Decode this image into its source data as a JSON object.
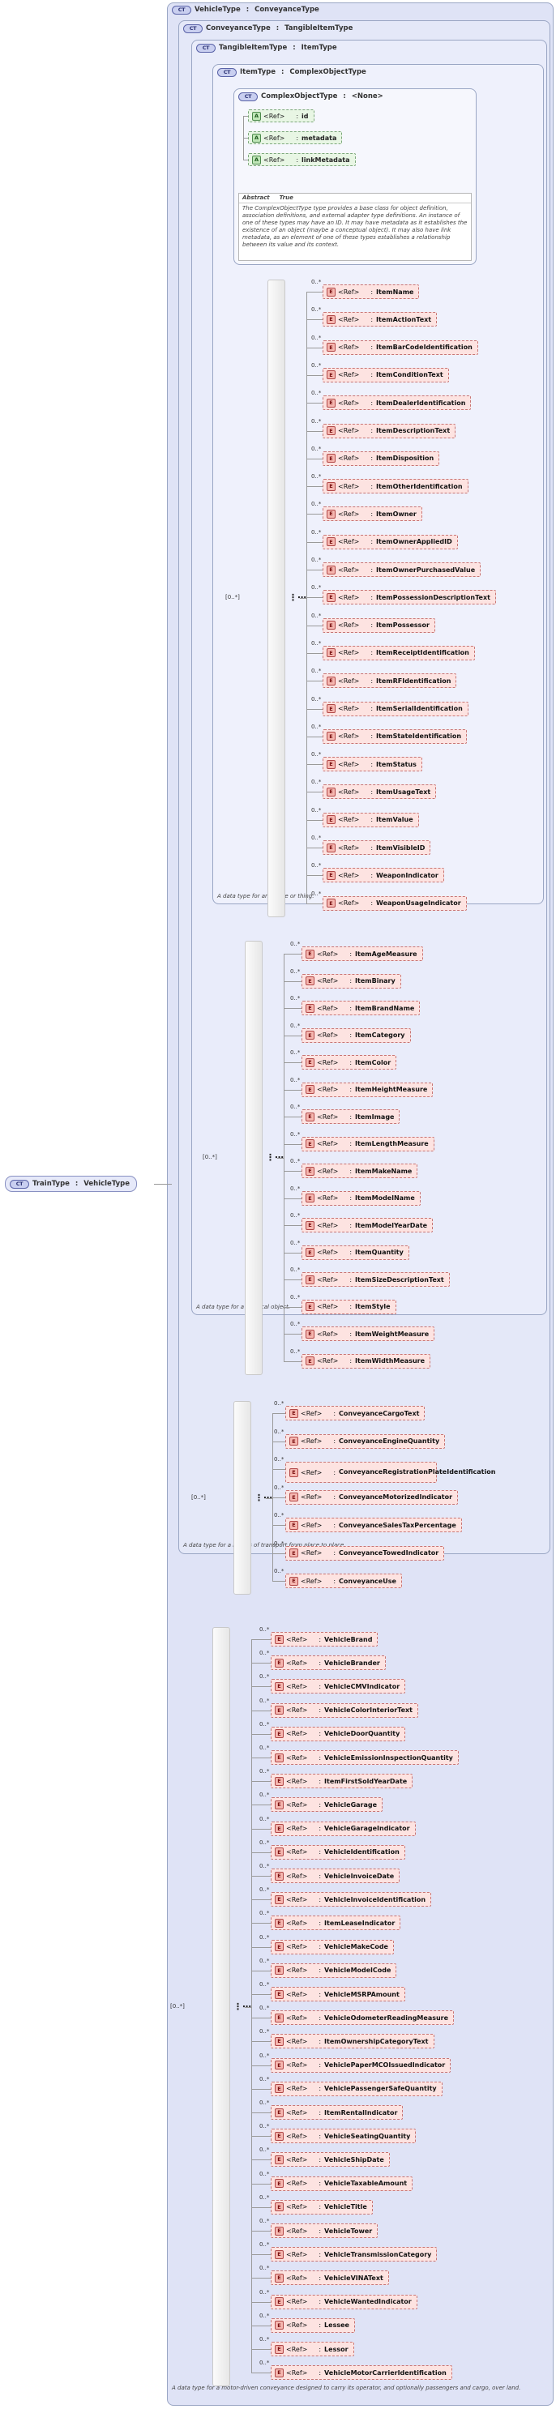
{
  "root": {
    "badge": "CT",
    "name": "TrainType",
    "base": "VehicleType"
  },
  "levels": [
    {
      "badge": "CT",
      "name": "VehicleType",
      "base": "ConveyanceType",
      "desc": "A data type for a motor-driven conveyance designed to carry its operator, and optionally passengers and cargo, over land."
    },
    {
      "badge": "CT",
      "name": "ConveyanceType",
      "base": "TangibleItemType",
      "desc": "A data type for a means of transport from place to place."
    },
    {
      "badge": "CT",
      "name": "TangibleItemType",
      "base": "ItemType",
      "desc": "A data type for a physical object."
    },
    {
      "badge": "CT",
      "name": "ItemType",
      "base": "ComplexObjectType",
      "desc": "A data type for an article or thing."
    },
    {
      "badge": "CT",
      "name": "ComplexObjectType",
      "base": "<None>"
    }
  ],
  "attributes": [
    {
      "badge": "A",
      "ref": "<Ref>",
      "name": "id"
    },
    {
      "badge": "A",
      "ref": "<Ref>",
      "name": "metadata"
    },
    {
      "badge": "A",
      "ref": "<Ref>",
      "name": "linkMetadata"
    }
  ],
  "abstract": {
    "label": "Abstract",
    "value": "True",
    "text": "The ComplexObjectType type provides a base class for object definition, association definitions, and external adapter type definitions. An instance of one of these types may have an ID. It may have metadata as it establishes the existence of an object (maybe a conceptual object). It may also have link metadata, as an element of one of these types establishes a relationship between its value and its context."
  },
  "seq_mult": "[0..*]",
  "elem_badge": "E",
  "ref_label": "<Ref>",
  "groups": {
    "item": [
      {
        "mult": "0..*",
        "name": "ItemName"
      },
      {
        "mult": "0..*",
        "name": "ItemActionText"
      },
      {
        "mult": "0..*",
        "name": "ItemBarCodeIdentification"
      },
      {
        "mult": "0..*",
        "name": "ItemConditionText"
      },
      {
        "mult": "0..*",
        "name": "ItemDealerIdentification"
      },
      {
        "mult": "0..*",
        "name": "ItemDescriptionText"
      },
      {
        "mult": "0..*",
        "name": "ItemDisposition"
      },
      {
        "mult": "0..*",
        "name": "ItemOtherIdentification"
      },
      {
        "mult": "0..*",
        "name": "ItemOwner"
      },
      {
        "mult": "0..*",
        "name": "ItemOwnerAppliedID"
      },
      {
        "mult": "0..*",
        "name": "ItemOwnerPurchasedValue"
      },
      {
        "mult": "0..*",
        "name": "ItemPossessionDescriptionText"
      },
      {
        "mult": "0..*",
        "name": "ItemPossessor"
      },
      {
        "mult": "0..*",
        "name": "ItemReceiptIdentification"
      },
      {
        "mult": "0..*",
        "name": "ItemRFIdentification"
      },
      {
        "mult": "0..*",
        "name": "ItemSerialIdentification"
      },
      {
        "mult": "0..*",
        "name": "ItemStateIdentification"
      },
      {
        "mult": "0..*",
        "name": "ItemStatus"
      },
      {
        "mult": "0..*",
        "name": "ItemUsageText"
      },
      {
        "mult": "0..*",
        "name": "ItemValue"
      },
      {
        "mult": "0..*",
        "name": "ItemVisibleID"
      },
      {
        "mult": "0..*",
        "name": "WeaponIndicator"
      },
      {
        "mult": "0..*",
        "name": "WeaponUsageIndicator"
      }
    ],
    "tangible": [
      {
        "mult": "0..*",
        "name": "ItemAgeMeasure"
      },
      {
        "mult": "0..*",
        "name": "ItemBinary"
      },
      {
        "mult": "0..*",
        "name": "ItemBrandName"
      },
      {
        "mult": "0..*",
        "name": "ItemCategory"
      },
      {
        "mult": "0..*",
        "name": "ItemColor"
      },
      {
        "mult": "0..*",
        "name": "ItemHeightMeasure"
      },
      {
        "mult": "0..*",
        "name": "ItemImage"
      },
      {
        "mult": "0..*",
        "name": "ItemLengthMeasure"
      },
      {
        "mult": "0..*",
        "name": "ItemMakeName"
      },
      {
        "mult": "0..*",
        "name": "ItemModelName"
      },
      {
        "mult": "0..*",
        "name": "ItemModelYearDate"
      },
      {
        "mult": "0..*",
        "name": "ItemQuantity"
      },
      {
        "mult": "0..*",
        "name": "ItemSizeDescriptionText"
      },
      {
        "mult": "0..*",
        "name": "ItemStyle"
      },
      {
        "mult": "0..*",
        "name": "ItemWeightMeasure"
      },
      {
        "mult": "0..*",
        "name": "ItemWidthMeasure"
      }
    ],
    "conveyance": [
      {
        "mult": "0..*",
        "name": "ConveyanceCargoText"
      },
      {
        "mult": "0..*",
        "name": "ConveyanceEngineQuantity"
      },
      {
        "mult": "0..*",
        "name": "ConveyanceRegistrationPlateIdentification"
      },
      {
        "mult": "0..*",
        "name": "ConveyanceMotorizedIndicator"
      },
      {
        "mult": "0..*",
        "name": "ConveyanceSalesTaxPercentage"
      },
      {
        "mult": "0..*",
        "name": "ConveyanceTowedIndicator"
      },
      {
        "mult": "0..*",
        "name": "ConveyanceUse"
      }
    ],
    "vehicle": [
      {
        "mult": "0..*",
        "name": "VehicleBrand"
      },
      {
        "mult": "0..*",
        "name": "VehicleBrander"
      },
      {
        "mult": "0..*",
        "name": "VehicleCMVIndicator"
      },
      {
        "mult": "0..*",
        "name": "VehicleColorInteriorText"
      },
      {
        "mult": "0..*",
        "name": "VehicleDoorQuantity"
      },
      {
        "mult": "0..*",
        "name": "VehicleEmissionInspectionQuantity"
      },
      {
        "mult": "0..*",
        "name": "ItemFirstSoldYearDate"
      },
      {
        "mult": "0..*",
        "name": "VehicleGarage"
      },
      {
        "mult": "0..*",
        "name": "VehicleGarageIndicator"
      },
      {
        "mult": "0..*",
        "name": "VehicleIdentification"
      },
      {
        "mult": "0..*",
        "name": "VehicleInvoiceDate"
      },
      {
        "mult": "0..*",
        "name": "VehicleInvoiceIdentification"
      },
      {
        "mult": "0..*",
        "name": "ItemLeaseIndicator"
      },
      {
        "mult": "0..*",
        "name": "VehicleMakeCode"
      },
      {
        "mult": "0..*",
        "name": "VehicleModelCode"
      },
      {
        "mult": "0..*",
        "name": "VehicleMSRPAmount"
      },
      {
        "mult": "0..*",
        "name": "VehicleOdometerReadingMeasure"
      },
      {
        "mult": "0..*",
        "name": "ItemOwnershipCategoryText"
      },
      {
        "mult": "0..*",
        "name": "VehiclePaperMCOIssuedIndicator"
      },
      {
        "mult": "0..*",
        "name": "VehiclePassengerSafeQuantity"
      },
      {
        "mult": "0..*",
        "name": "ItemRentalIndicator"
      },
      {
        "mult": "0..*",
        "name": "VehicleSeatingQuantity"
      },
      {
        "mult": "0..*",
        "name": "VehicleShipDate"
      },
      {
        "mult": "0..*",
        "name": "VehicleTaxableAmount"
      },
      {
        "mult": "0..*",
        "name": "VehicleTitle"
      },
      {
        "mult": "0..*",
        "name": "VehicleTower"
      },
      {
        "mult": "0..*",
        "name": "VehicleTransmissionCategory"
      },
      {
        "mult": "0..*",
        "name": "VehicleVINAText"
      },
      {
        "mult": "0..*",
        "name": "VehicleWantedIndicator"
      },
      {
        "mult": "0..*",
        "name": "Lessee"
      },
      {
        "mult": "0..*",
        "name": "Lessor"
      },
      {
        "mult": "0..*",
        "name": "VehicleMotorCarrierIdentification"
      }
    ]
  }
}
